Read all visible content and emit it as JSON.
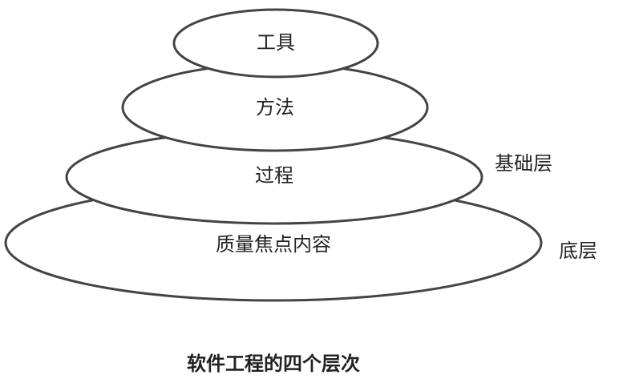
{
  "diagram": {
    "layers": [
      {
        "label": "质量焦点内容"
      },
      {
        "label": "过程"
      },
      {
        "label": "方法"
      },
      {
        "label": "工具"
      }
    ],
    "side_labels": {
      "foundation": "基础层",
      "bottom": "底层"
    },
    "caption": "软件工程的四个层次"
  }
}
